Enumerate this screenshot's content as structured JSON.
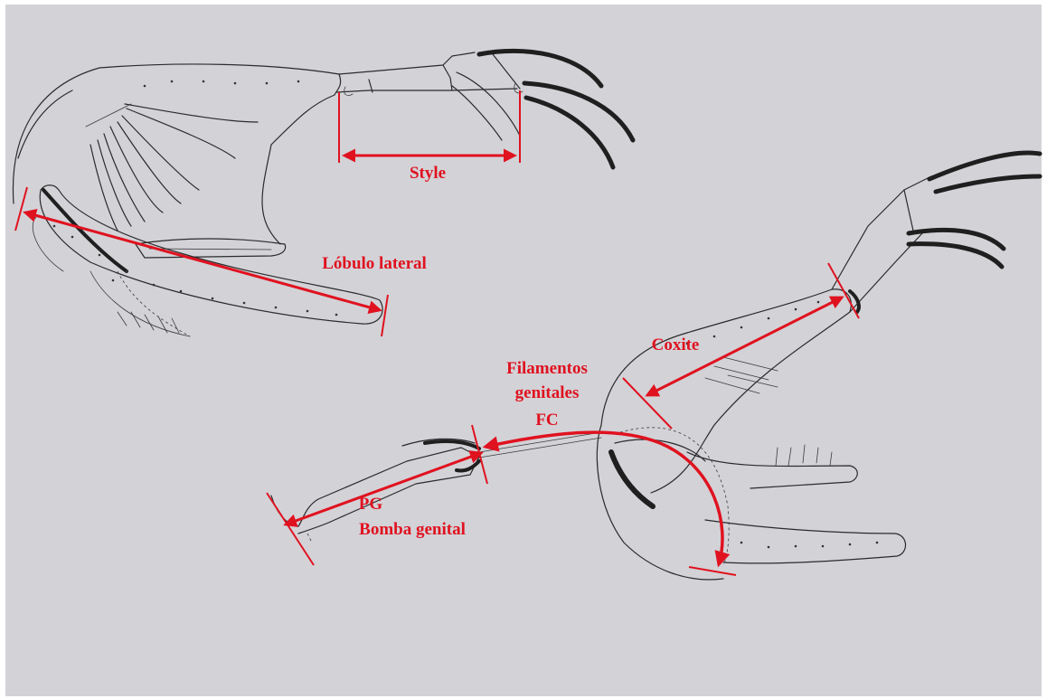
{
  "accent_color": "#e0121f",
  "ink_color": "#2b2b2b",
  "background_color": "#d3d2d7",
  "labels": {
    "style": "Style",
    "lobulo_lateral": "Lóbulo lateral",
    "coxite": "Coxite",
    "filamentos_line1": "Filamentos",
    "filamentos_line2": "genitales",
    "filamentos_line3": "FC",
    "pg_line1": "PG",
    "pg_line2": "Bomba genital"
  }
}
